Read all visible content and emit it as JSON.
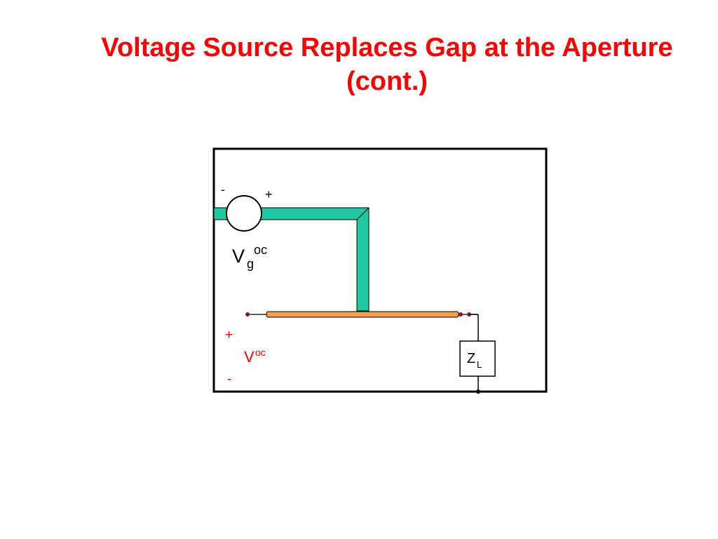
{
  "slide": {
    "title_line1": "Voltage Source Replaces Gap at the Aperture",
    "title_line2": "(cont.)"
  },
  "diagram": {
    "source": {
      "minus_sign": "-",
      "plus_sign": "+",
      "label_main": "V",
      "label_sub": "g",
      "label_sup": "oc"
    },
    "output": {
      "plus_sign": "+",
      "minus_sign": "-",
      "label_main": "V",
      "label_sup": "oc"
    },
    "load": {
      "label_main": "Z",
      "label_sub": "L"
    },
    "colors": {
      "title": "#ff0000",
      "feed_line": "#1ec8a0",
      "wire": "#f4a050",
      "voltage_label": "#ff0000",
      "terminal_dot": "#8b1a1a"
    }
  }
}
